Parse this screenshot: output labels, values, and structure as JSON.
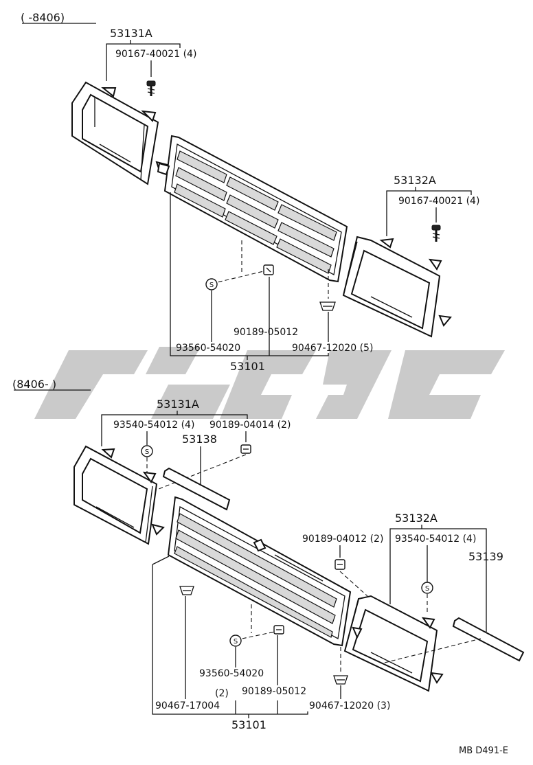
{
  "diagram": {
    "upper_section": {
      "range_label": "(      -8406)",
      "parts": {
        "headlamp_door_lh": "53131A",
        "screw_lh": "90167-40021 (4)",
        "headlamp_door_rh": "53132A",
        "screw_rh": "90167-40021 (4)",
        "clip": "90189-05012",
        "nut": "93560-54020",
        "retainer": "90467-12020 (5)",
        "grille": "53101"
      }
    },
    "lower_section": {
      "range_label": "(8406-       )",
      "parts": {
        "headlamp_door_lh": "53131A",
        "nut_lh": "93540-54012 (4)",
        "clip_lh": "90189-04014 (2)",
        "molding_lh": "53138",
        "headlamp_door_rh": "53132A",
        "clip_rh": "90189-04012 (2)",
        "nut_rh": "93540-54012 (4)",
        "molding_rh": "53139",
        "nut_center": "93560-54020",
        "clip_center": "90189-05012",
        "retainer_lh_qty": "(2)",
        "retainer_lh": "90467-17004",
        "retainer_rh": "90467-12020 (3)",
        "grille": "53101"
      }
    },
    "symbol_letter": "S",
    "footer_code": "MB D491-E"
  }
}
